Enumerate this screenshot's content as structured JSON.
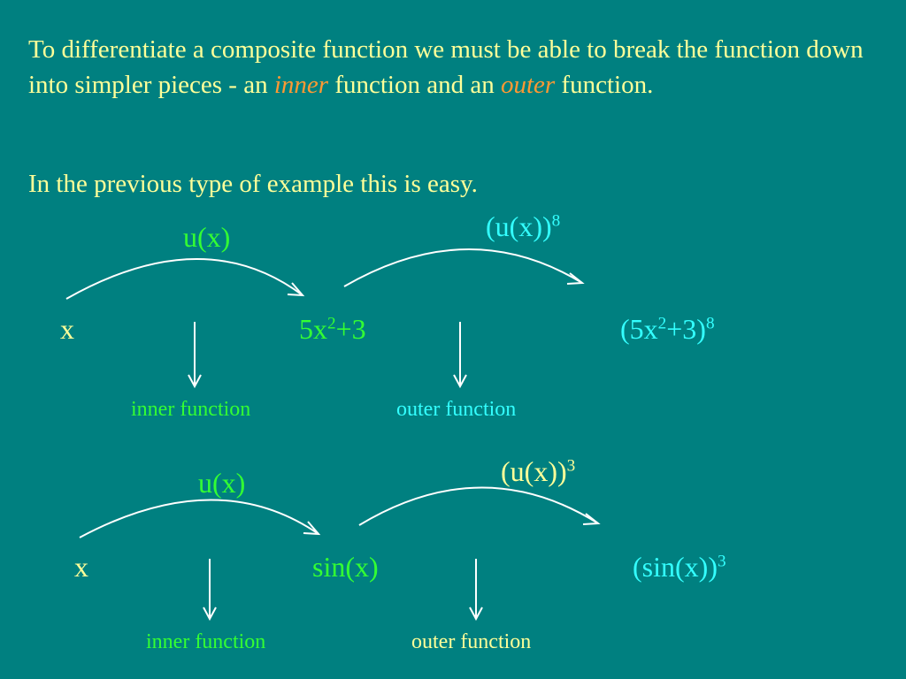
{
  "intro": {
    "line1_pre": "To differentiate a composite function we must be able to break the function down into simpler pieces - an ",
    "inner_word": "inner",
    "line1_mid": " function and an ",
    "outer_word": "outer",
    "line1_post": " function.",
    "line2": "In the previous type of example this is easy."
  },
  "example1": {
    "inner_map": "u(x)",
    "outer_map_base": "(u(x))",
    "outer_map_exp": "8",
    "input": "x",
    "middle_base": "5x",
    "middle_exp": "2",
    "middle_tail": "+3",
    "result_base": "(5x",
    "result_exp1": "2",
    "result_mid": "+3)",
    "result_exp2": "8",
    "inner_label": "inner function",
    "outer_label": "outer function"
  },
  "example2": {
    "inner_map": "u(x)",
    "outer_map_base": "(u(x))",
    "outer_map_exp": "3",
    "input": "x",
    "middle": "sin(x)",
    "result_base": "(sin(x))",
    "result_exp": "3",
    "inner_label": "inner function",
    "outer_label": "outer function"
  },
  "colors": {
    "background": "#008080",
    "body_text": "#ffff99",
    "emphasis": "#ff9933",
    "inner_accent": "#33ff33",
    "outer_accent": "#33ffff"
  }
}
